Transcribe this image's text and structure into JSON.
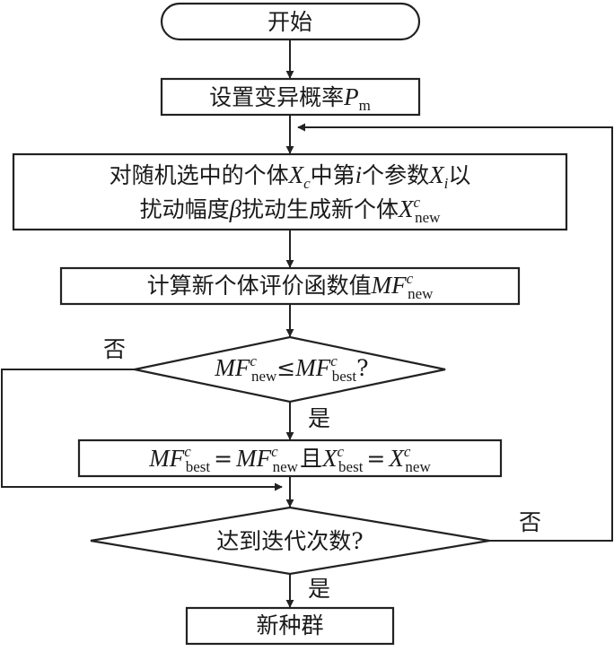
{
  "flowchart": {
    "start": "开始",
    "set_prob": {
      "text": "设置变异概率",
      "var": "P",
      "sub": "m"
    },
    "perturb": {
      "line1_a": "对随机选中的个体",
      "line1_var_x": "X",
      "line1_sub_c": "c",
      "line1_b": "中第",
      "line1_i": "i",
      "line1_c": "个参数",
      "line1_var_x2": "X",
      "line1_sub_i": "i",
      "line1_d": "以",
      "line2_a": "扰动幅度",
      "line2_beta": "β",
      "line2_b": "扰动生成新个体",
      "line2_var": "X",
      "line2_sup": "c",
      "line2_sub": "new"
    },
    "evaluate": {
      "text": "计算新个体评价函数值",
      "var": "MF",
      "sup": "c",
      "sub": "new"
    },
    "compare": {
      "lhs_var": "MF",
      "lhs_sup": "c",
      "lhs_sub": "new",
      "op": "≤",
      "rhs_var": "MF",
      "rhs_sup": "c",
      "rhs_sub": "best",
      "q": "?"
    },
    "update": {
      "a_var": "MF",
      "a_sup": "c",
      "a_sub": "best",
      "eq1": "=",
      "b_var": "MF",
      "b_sup": "c",
      "b_sub": "new",
      "and": "且",
      "c_var": "X",
      "c_sup": "c",
      "c_sub": "best",
      "eq2": "=",
      "d_var": "X",
      "d_sup": "c",
      "d_sub": "new"
    },
    "iter_check": "达到迭代次数?",
    "end": "新种群",
    "yes1": "是",
    "no1": "否",
    "yes2": "是",
    "no2": "否"
  }
}
